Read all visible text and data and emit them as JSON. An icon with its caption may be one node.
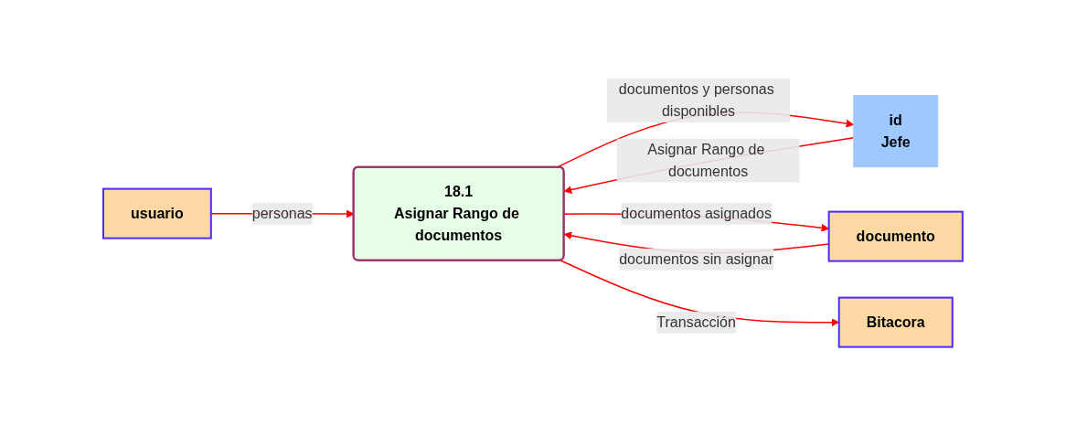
{
  "diagram": {
    "nodes": [
      {
        "text": [
          "usuario"
        ]
      },
      {
        "text": [
          "documento"
        ]
      },
      {
        "text": [
          "id",
          "Jefe"
        ]
      },
      {
        "text": [
          "18.1",
          "Asignar Rango de documentos"
        ]
      },
      {
        "text": [
          "Bitacora"
        ]
      }
    ],
    "edges": [
      {
        "from": 0,
        "to": 3,
        "arrow": "to",
        "label": "personas"
      },
      {
        "from": 3,
        "to": 2,
        "arrow": "to",
        "label": "documentos y personas disponibles"
      },
      {
        "from": 2,
        "to": 3,
        "arrow": "to",
        "label": "Asignar Rango de documentos"
      },
      {
        "from": 1,
        "to": 3,
        "arrow": "to",
        "label": "documentos sin asignar"
      },
      {
        "from": 3,
        "to": 1,
        "arrow": "to",
        "label": "documentos asignados"
      },
      {
        "from": 3,
        "to": 4,
        "arrow": "to",
        "label": "Transacción"
      }
    ]
  }
}
